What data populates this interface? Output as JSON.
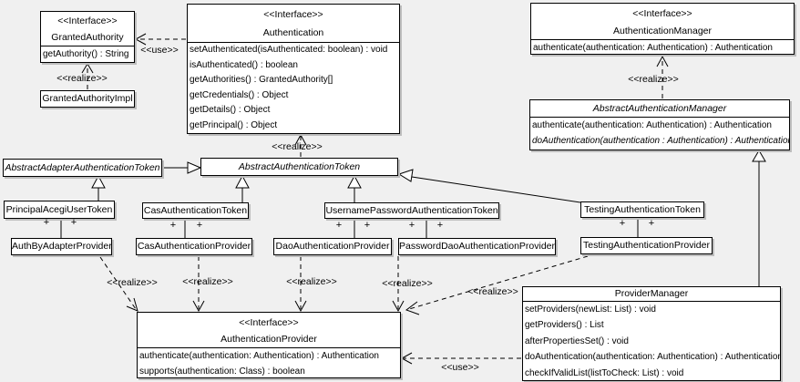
{
  "labels": {
    "use": "<<use>>",
    "realize": "<<realize>>",
    "plus": "+"
  },
  "classes": {
    "granted_authority": {
      "stereotype": "<<Interface>>",
      "name": "GrantedAuthority",
      "methods": [
        "getAuthority() : String"
      ]
    },
    "granted_authority_impl": {
      "name": "GrantedAuthorityImpl"
    },
    "authentication": {
      "stereotype": "<<Interface>>",
      "name": "Authentication",
      "methods": [
        "setAuthenticated(isAuthenticated: boolean) : void",
        "isAuthenticated() : boolean",
        "getAuthorities() : GrantedAuthority[]",
        "getCredentials() : Object",
        "getDetails() : Object",
        "getPrincipal() : Object"
      ]
    },
    "authentication_manager": {
      "stereotype": "<<Interface>>",
      "name": "AuthenticationManager",
      "methods": [
        "authenticate(authentication: Authentication) : Authentication"
      ]
    },
    "abstract_authentication_manager": {
      "name": "AbstractAuthenticationManager",
      "methods": [
        "authenticate(authentication: Authentication) : Authentication",
        "doAuthentication(authentication : Authentication) : Authentication"
      ]
    },
    "abstract_adapter_authentication_token": {
      "name": "AbstractAdapterAuthenticationToken"
    },
    "abstract_authentication_token": {
      "name": "AbstractAuthenticationToken"
    },
    "principal_acegi_user_token": {
      "name": "PrincipalAcegiUserToken"
    },
    "cas_authentication_token": {
      "name": "CasAuthenticationToken"
    },
    "username_password_authentication_token": {
      "name": "UsernamePasswordAuthenticationToken"
    },
    "testing_authentication_token": {
      "name": "TestingAuthenticationToken"
    },
    "auth_by_adapter_provider": {
      "name": "AuthByAdapterProvider"
    },
    "cas_authentication_provider": {
      "name": "CasAuthenticationProvider"
    },
    "dao_authentication_provider": {
      "name": "DaoAuthenticationProvider"
    },
    "password_dao_authentication_provider": {
      "name": "PasswordDaoAuthenticationProvider"
    },
    "testing_authentication_provider": {
      "name": "TestingAuthenticationProvider"
    },
    "authentication_provider": {
      "stereotype": "<<Interface>>",
      "name": "AuthenticationProvider",
      "methods": [
        "authenticate(authentication: Authentication) : Authentication",
        "supports(authentication: Class) : boolean"
      ]
    },
    "provider_manager": {
      "name": "ProviderManager",
      "methods": [
        "setProviders(newList: List) : void",
        "getProviders() : List",
        "afterPropertiesSet() : void",
        "doAuthentication(authentication: Authentication) : Authentication",
        "checkIfValidList(listToCheck: List) : void"
      ]
    }
  },
  "relationships": [
    {
      "from": "Authentication",
      "to": "GrantedAuthority",
      "type": "use"
    },
    {
      "from": "GrantedAuthorityImpl",
      "to": "GrantedAuthority",
      "type": "realize"
    },
    {
      "from": "AbstractAuthenticationToken",
      "to": "Authentication",
      "type": "realize"
    },
    {
      "from": "AbstractAuthenticationManager",
      "to": "AuthenticationManager",
      "type": "realize"
    },
    {
      "from": "AbstractAdapterAuthenticationToken",
      "to": "AbstractAuthenticationToken",
      "type": "generalization"
    },
    {
      "from": "PrincipalAcegiUserToken",
      "to": "AbstractAdapterAuthenticationToken",
      "type": "generalization"
    },
    {
      "from": "CasAuthenticationToken",
      "to": "AbstractAuthenticationToken",
      "type": "generalization"
    },
    {
      "from": "UsernamePasswordAuthenticationToken",
      "to": "AbstractAuthenticationToken",
      "type": "generalization"
    },
    {
      "from": "TestingAuthenticationToken",
      "to": "AbstractAuthenticationToken",
      "type": "generalization"
    },
    {
      "from": "ProviderManager",
      "to": "AbstractAuthenticationManager",
      "type": "generalization"
    },
    {
      "from": "PrincipalAcegiUserToken",
      "to": "AuthByAdapterProvider",
      "type": "association"
    },
    {
      "from": "CasAuthenticationToken",
      "to": "CasAuthenticationProvider",
      "type": "association"
    },
    {
      "from": "UsernamePasswordAuthenticationToken",
      "to": "DaoAuthenticationProvider",
      "type": "association"
    },
    {
      "from": "UsernamePasswordAuthenticationToken",
      "to": "PasswordDaoAuthenticationProvider",
      "type": "association"
    },
    {
      "from": "TestingAuthenticationToken",
      "to": "TestingAuthenticationProvider",
      "type": "association"
    },
    {
      "from": "AuthByAdapterProvider",
      "to": "AuthenticationProvider",
      "type": "realize"
    },
    {
      "from": "CasAuthenticationProvider",
      "to": "AuthenticationProvider",
      "type": "realize"
    },
    {
      "from": "DaoAuthenticationProvider",
      "to": "AuthenticationProvider",
      "type": "realize"
    },
    {
      "from": "PasswordDaoAuthenticationProvider",
      "to": "AuthenticationProvider",
      "type": "realize"
    },
    {
      "from": "TestingAuthenticationProvider",
      "to": "AuthenticationProvider",
      "type": "realize"
    },
    {
      "from": "ProviderManager",
      "to": "AuthenticationProvider",
      "type": "use"
    }
  ]
}
